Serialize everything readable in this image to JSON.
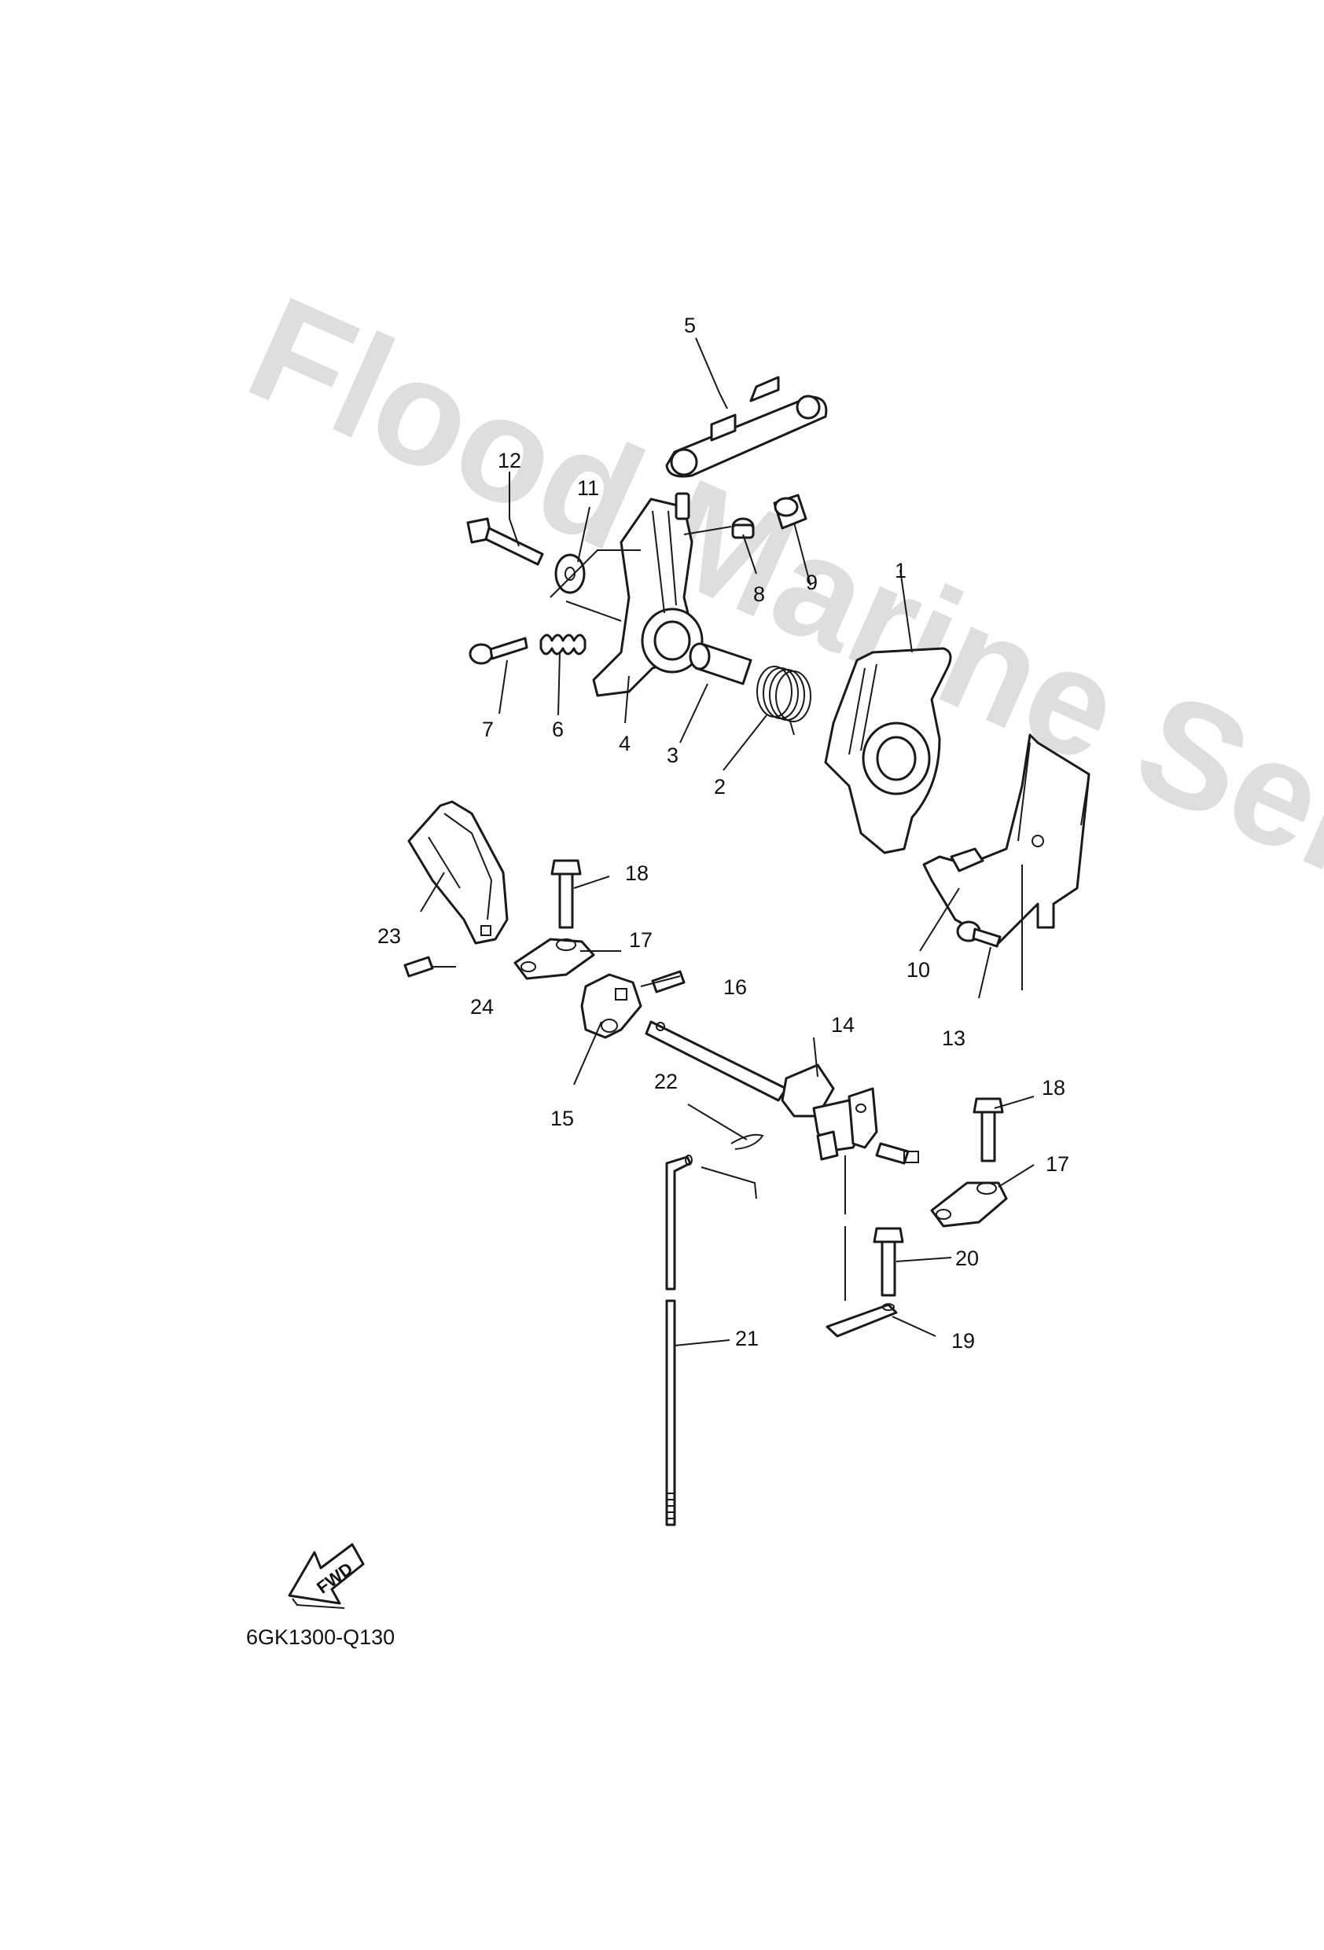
{
  "watermark": "Flood Marine Services",
  "diagram_code": "6GK1300-Q130",
  "fwd_label": "FWD",
  "callouts": {
    "p1": "1",
    "p2": "2",
    "p3": "3",
    "p4": "4",
    "p5": "5",
    "p6": "6",
    "p7": "7",
    "p8": "8",
    "p9": "9",
    "p10": "10",
    "p11": "11",
    "p12": "12",
    "p13": "13",
    "p14": "14",
    "p15": "15",
    "p16": "16",
    "p17a": "17",
    "p17b": "17",
    "p18a": "18",
    "p18b": "18",
    "p19": "19",
    "p20": "20",
    "p21": "21",
    "p22": "22",
    "p23": "23",
    "p24": "24"
  }
}
